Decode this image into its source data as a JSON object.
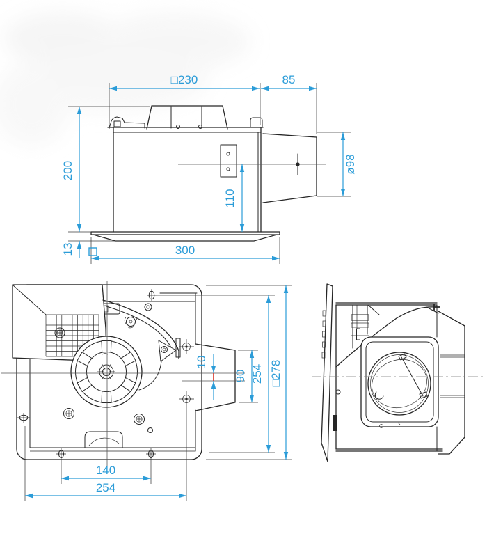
{
  "drawing": {
    "colors": {
      "dimension_blue": "#2b9cd8",
      "line_black": "#262626",
      "offset_red": "#d93a2e",
      "background": "#ffffff"
    },
    "top_view": {
      "dims": {
        "body_width": "□230",
        "duct_length": "85",
        "body_height": "200",
        "duct_center_to_flange": "110",
        "duct_diameter": "ø98",
        "flange_thickness": "13",
        "flange_width": "300"
      }
    },
    "plan_view": {
      "dims": {
        "duct_center_offset": "10",
        "duct_opening_width": "90",
        "body_depth": "254",
        "flange_square": "□278",
        "mounting_pitch": "140",
        "body_width": "254"
      }
    }
  }
}
